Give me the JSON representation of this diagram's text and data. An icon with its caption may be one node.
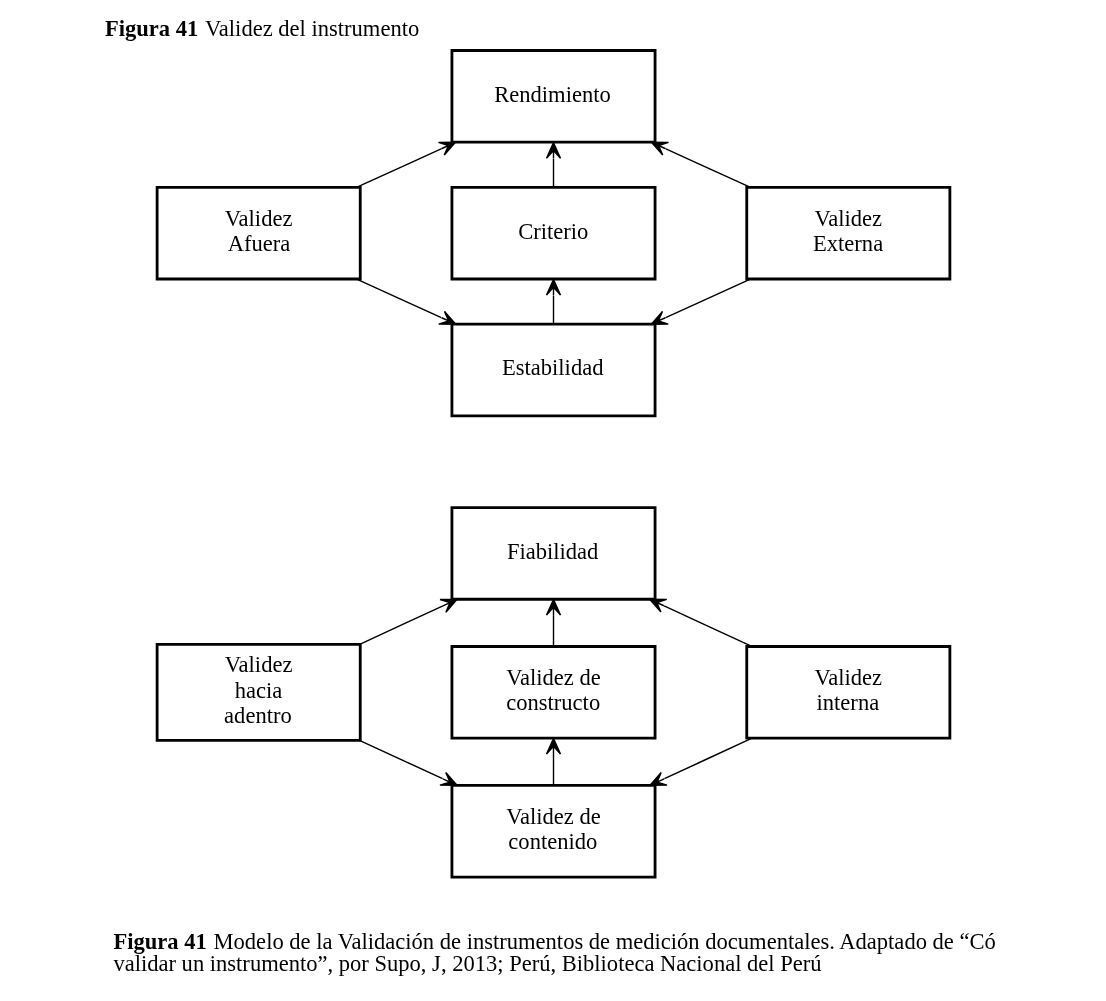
{
  "diagram": {
    "title": "**Figura 41** Validez del instrumento",
    "caption": "**Figura 41** Modelo de la Validación de instrumentos de medición documentales. Adaptado de “Có validar un instrumento”, por Supo, J, 2013; Perú, Biblioteca Nacional del Perú",
    "nodes": [
      {
        "text": [
          "Rendimiento"
        ]
      },
      {
        "text": [
          "Validez Afuera"
        ]
      },
      {
        "text": [
          "Criterio"
        ]
      },
      {
        "text": [
          "Validez Externa"
        ]
      },
      {
        "text": [
          "Estabilidad"
        ]
      },
      {
        "text": [
          "Fiabilidad"
        ]
      },
      {
        "text": [
          "Validez hacia adentro"
        ]
      },
      {
        "text": [
          "Validez de constructo"
        ]
      },
      {
        "text": [
          "Validez interna"
        ]
      },
      {
        "text": [
          "Validez de contenido"
        ]
      }
    ],
    "edges": [
      {
        "from": 1,
        "to": 0,
        "arrow": "to"
      },
      {
        "from": 1,
        "to": 4,
        "arrow": "to"
      },
      {
        "from": 3,
        "to": 0,
        "arrow": "to"
      },
      {
        "from": 3,
        "to": 4,
        "arrow": "to"
      },
      {
        "from": 2,
        "to": 0,
        "arrow": "to"
      },
      {
        "from": 4,
        "to": 2,
        "arrow": "to"
      },
      {
        "from": 6,
        "to": 5,
        "arrow": "to"
      },
      {
        "from": 6,
        "to": 9,
        "arrow": "to"
      },
      {
        "from": 8,
        "to": 5,
        "arrow": "to"
      },
      {
        "from": 8,
        "to": 9,
        "arrow": "to"
      },
      {
        "from": 7,
        "to": 5,
        "arrow": "to"
      },
      {
        "from": 9,
        "to": 7,
        "arrow": "to"
      }
    ]
  }
}
